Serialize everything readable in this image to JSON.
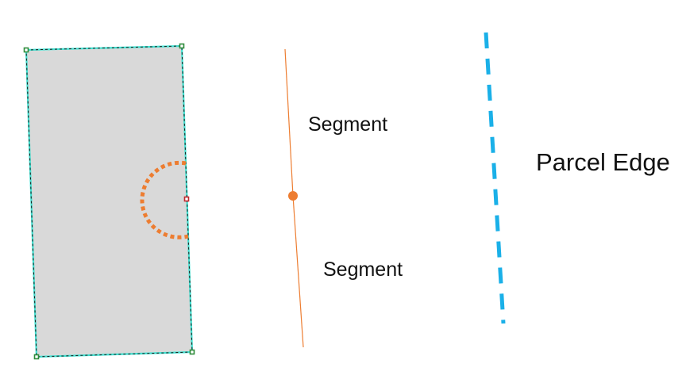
{
  "labels": {
    "segment_top": "Segment",
    "segment_bottom": "Segment",
    "parcel_edge": "Parcel Edge"
  },
  "colors": {
    "parcel_fill": "#d9d9d9",
    "parcel_outline": "#40e0d0",
    "vertex_marker": "#2e8b3a",
    "selected_vertex": "#c0282d",
    "arc_indicator": "#ed7d31",
    "segment_line": "#ed7d31",
    "segment_split_point": "#ed7d31",
    "parcel_edge_line": "#1ab0e8",
    "text": "#111111"
  }
}
